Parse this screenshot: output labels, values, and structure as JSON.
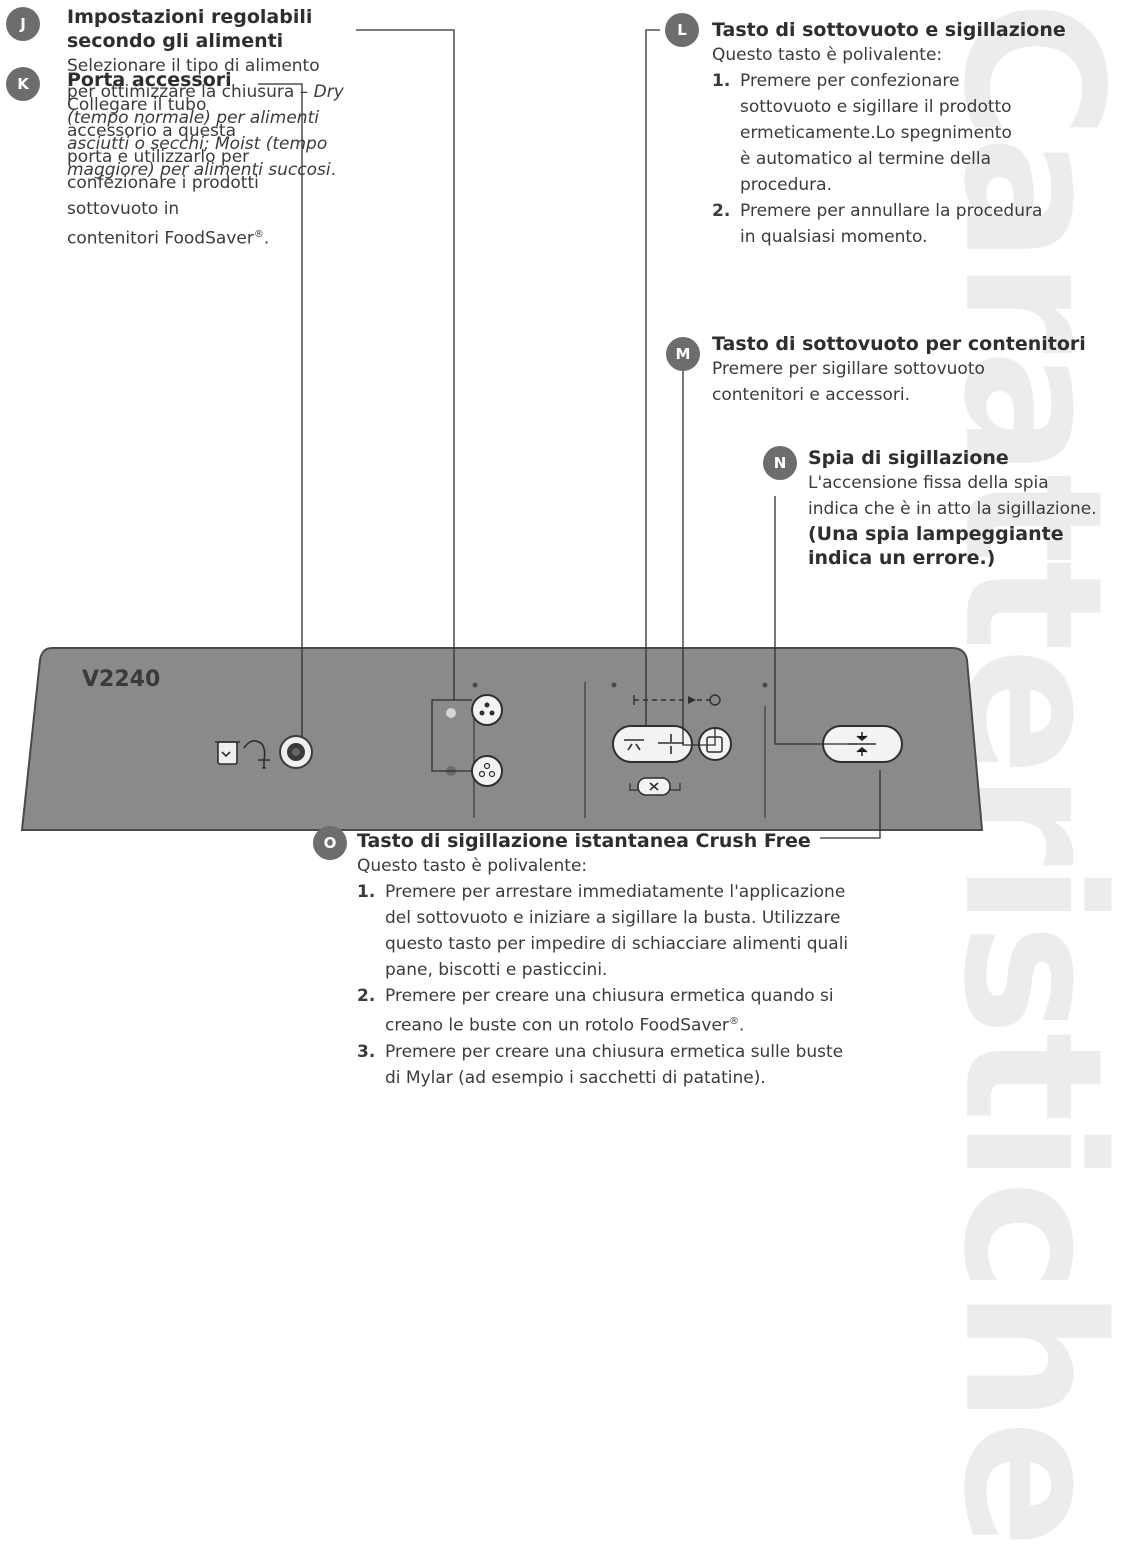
{
  "side_title": "Caratteristiche",
  "panel": {
    "model": "V2240"
  },
  "callouts": {
    "J": {
      "badge": "J",
      "title_1": "Impostazioni regolabili",
      "title_2": "secondo gli alimenti",
      "line1": "Selezionare il tipo di alimento",
      "line2": "per ottimizzare la chiusura – ",
      "line2_it": "Dry",
      "line3_it": "(tempo normale) per alimenti",
      "line4_it": "asciutti o secchi; Moist (tempo",
      "line5_it": "maggiore) per alimenti succosi",
      "line5_end": "."
    },
    "K": {
      "badge": "K",
      "title": "Porta accessori",
      "lines": [
        "Collegare il tubo",
        "accessorio a questa",
        "porta e utilizzarlo per",
        "confezionare i prodotti",
        "sottovuoto in"
      ],
      "last": "contenitori FoodSaver",
      "reg": "®",
      "end": "."
    },
    "L": {
      "badge": "L",
      "title": "Tasto di sottovuoto e sigillazione",
      "intro": "Questo tasto è polivalente:",
      "n1": "1.",
      "item1": [
        "Premere per confezionare",
        "sottovuoto e sigillare il prodotto",
        "ermeticamente.Lo spegnimento",
        "è automatico al termine della",
        "procedura."
      ],
      "n2": "2.",
      "item2": [
        "Premere per annullare la procedura",
        "in qualsiasi momento."
      ]
    },
    "M": {
      "badge": "M",
      "title": "Tasto di sottovuoto per contenitori",
      "lines": [
        "Premere per sigillare sottovuoto",
        "contenitori e accessori."
      ]
    },
    "N": {
      "badge": "N",
      "title": "Spia di sigillazione",
      "lines": [
        "L'accensione fissa della spia",
        "indica che è in atto la sigillazione."
      ],
      "warn": [
        "(Una spia lampeggiante",
        "indica un errore.)"
      ]
    },
    "O": {
      "badge": "O",
      "title": "Tasto di sigillazione istantanea Crush Free",
      "intro": "Questo tasto è polivalente:",
      "n1": "1.",
      "item1": [
        "Premere per arrestare immediatamente l'applicazione",
        "del sottovuoto e iniziare a sigillare la busta. Utilizzare",
        "questo tasto per impedire di schiacciare alimenti quali",
        "pane, biscotti e pasticcini."
      ],
      "n2": "2.",
      "item2": [
        "Premere per creare una chiusura ermetica quando si"
      ],
      "item2_last": "creano le buste con un rotolo FoodSaver",
      "item2_reg": "®",
      "item2_end": ".",
      "n3": "3.",
      "item3": [
        "Premere per creare una chiusura ermetica sulle buste",
        "di Mylar (ad esempio i sacchetti di patatine)."
      ]
    }
  },
  "colors": {
    "badge": "#6d6d70",
    "panel": "#8a8a8c",
    "panel_border": "#4a4a4a",
    "side_text": "#ececec"
  }
}
